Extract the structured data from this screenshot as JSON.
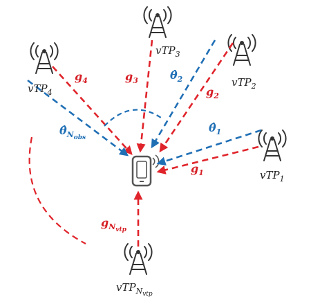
{
  "towers": {
    "vtp1": {
      "base": "vTP",
      "sub": "1"
    },
    "vtp2": {
      "base": "vTP",
      "sub": "2"
    },
    "vtp3": {
      "base": "vTP",
      "sub": "3"
    },
    "vtp4": {
      "base": "vTP",
      "sub": "4"
    },
    "vtpn": {
      "base": "vTP",
      "sub": "N",
      "subsub": "vtp"
    }
  },
  "channels": {
    "g1": {
      "base": "g",
      "sub": "1"
    },
    "g2": {
      "base": "g",
      "sub": "2"
    },
    "g3": {
      "base": "g",
      "sub": "3"
    },
    "g4": {
      "base": "g",
      "sub": "4"
    },
    "gn": {
      "base": "g",
      "sub": "N",
      "subsub": "vtp"
    }
  },
  "angles": {
    "theta1": {
      "base": "θ̂",
      "sub": "1"
    },
    "theta2": {
      "base": "θ̂",
      "sub": "2"
    },
    "thetan": {
      "base": "θ̂",
      "sub": "N",
      "subsub": "obs"
    }
  },
  "colors": {
    "channel": "#e0242b",
    "angle": "#1f6fb5",
    "device": "#555555"
  }
}
